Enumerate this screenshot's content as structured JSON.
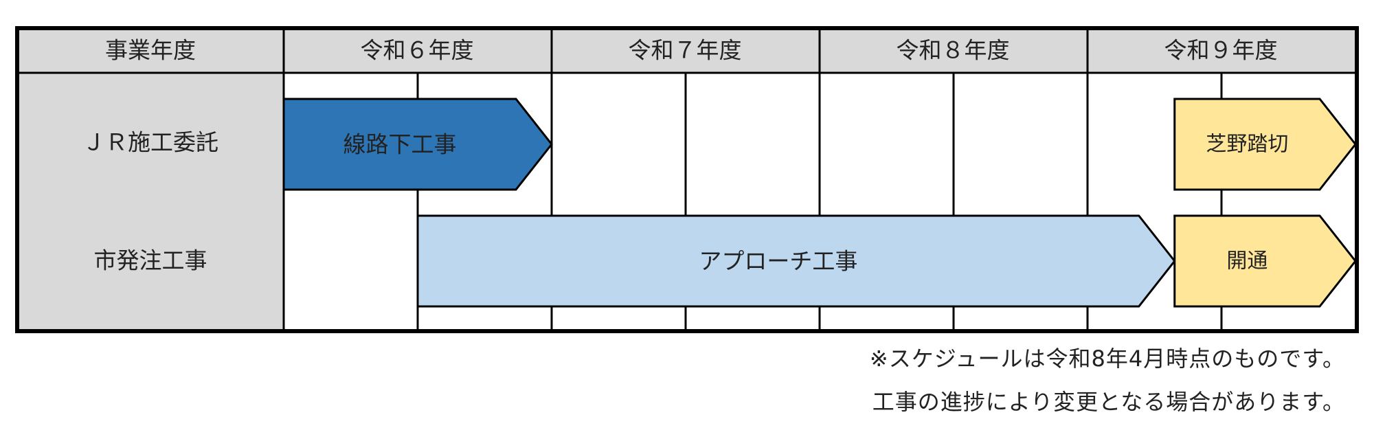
{
  "header": {
    "label": "事業年度",
    "years": [
      "令和６年度",
      "令和７年度",
      "令和８年度",
      "令和９年度"
    ]
  },
  "rows": [
    {
      "label": "ＪＲ施工委託"
    },
    {
      "label": "市発注工事"
    }
  ],
  "bars": [
    {
      "label": "線路下工事",
      "row": 0,
      "start": 0,
      "end": 2,
      "color": "#2e75b6",
      "text_color": "#1a1a1a"
    },
    {
      "label": "芝野踏切",
      "row": 0,
      "start": 6.65,
      "end": 8,
      "color": "#ffe699",
      "text_color": "#1a1a1a"
    },
    {
      "label": "アプローチ工事",
      "row": 1,
      "start": 1,
      "end": 6.65,
      "color": "#bdd7ee",
      "text_color": "#1a1a1a"
    },
    {
      "label": "開通",
      "row": 1,
      "start": 6.65,
      "end": 8,
      "color": "#ffe699",
      "text_color": "#1a1a1a"
    }
  ],
  "notes": [
    "※スケジュールは令和8年4月時点のものです。",
    "工事の進捗により変更となる場合があります。"
  ],
  "colors": {
    "header_bg": "#d9d9d9",
    "label_bg": "#d9d9d9",
    "grid": "#000000"
  }
}
